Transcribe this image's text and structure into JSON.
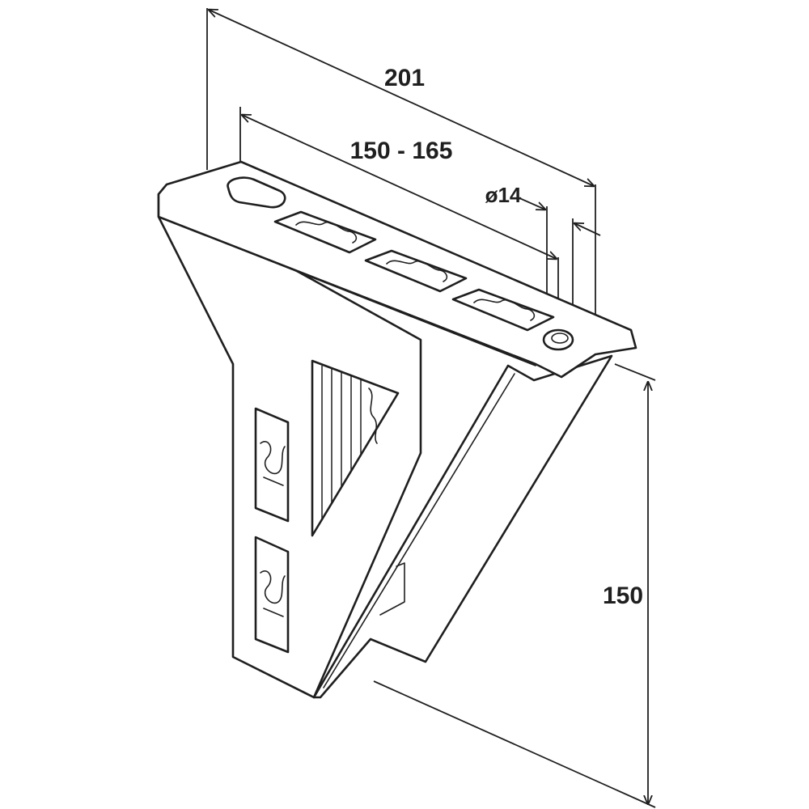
{
  "dimensions": {
    "overall_width": "201",
    "slot_range": "150 - 165",
    "hole_diameter": "ø14",
    "height": "150"
  },
  "colors": {
    "line": "#1f1f1f",
    "background": "#ffffff"
  }
}
